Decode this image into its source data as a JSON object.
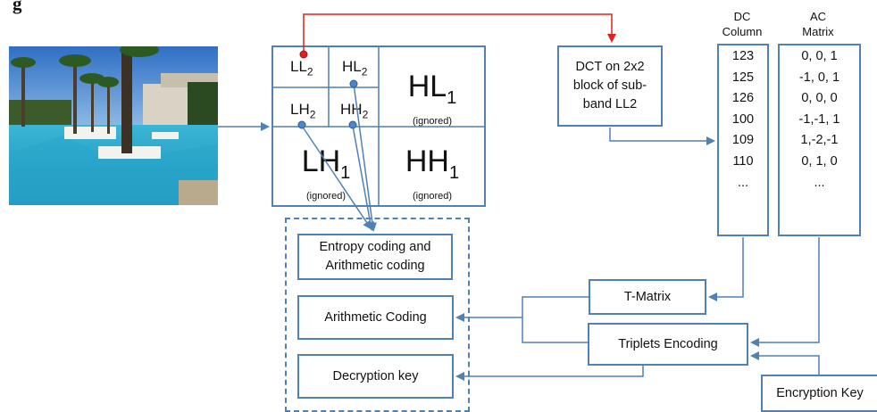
{
  "figure_label": "g",
  "subbands": {
    "ll2": {
      "base": "LL",
      "sub": "2"
    },
    "hl2": {
      "base": "HL",
      "sub": "2"
    },
    "lh2": {
      "base": "LH",
      "sub": "2"
    },
    "hh2": {
      "base": "HH",
      "sub": "2"
    },
    "hl1": {
      "base": "HL",
      "sub": "1",
      "note": "(ignored)"
    },
    "lh1": {
      "base": "LH",
      "sub": "1",
      "note": "(ignored)"
    },
    "hh1": {
      "base": "HH",
      "sub": "1",
      "note": "(ignored)"
    }
  },
  "dct_box": {
    "label": "DCT on 2x2 block of sub-band LL2"
  },
  "dc_column": {
    "header": [
      "DC",
      "Column"
    ],
    "values": [
      "123",
      "125",
      "126",
      "100",
      "109",
      "110",
      "..."
    ]
  },
  "ac_matrix": {
    "header": [
      "AC",
      "Matrix"
    ],
    "values": [
      "0, 0, 1",
      "-1, 0, 1",
      "0, 0, 0",
      "-1,-1, 1",
      "1,-2,-1",
      "0, 1, 0",
      "..."
    ]
  },
  "t_matrix": {
    "label": "T-Matrix"
  },
  "triplets_encoding": {
    "label": "Triplets Encoding"
  },
  "encryption_key": {
    "label": "Encryption Key"
  },
  "output_group": {
    "entropy": {
      "label": "Entropy coding and Arithmetic coding"
    },
    "arithmetic": {
      "label": "Arithmetic Coding"
    },
    "decryption": {
      "label": "Decryption key"
    }
  },
  "colors": {
    "line": "#4f81b5",
    "highlight_arrow": "#e0201e",
    "dot": "#4a86c8"
  }
}
